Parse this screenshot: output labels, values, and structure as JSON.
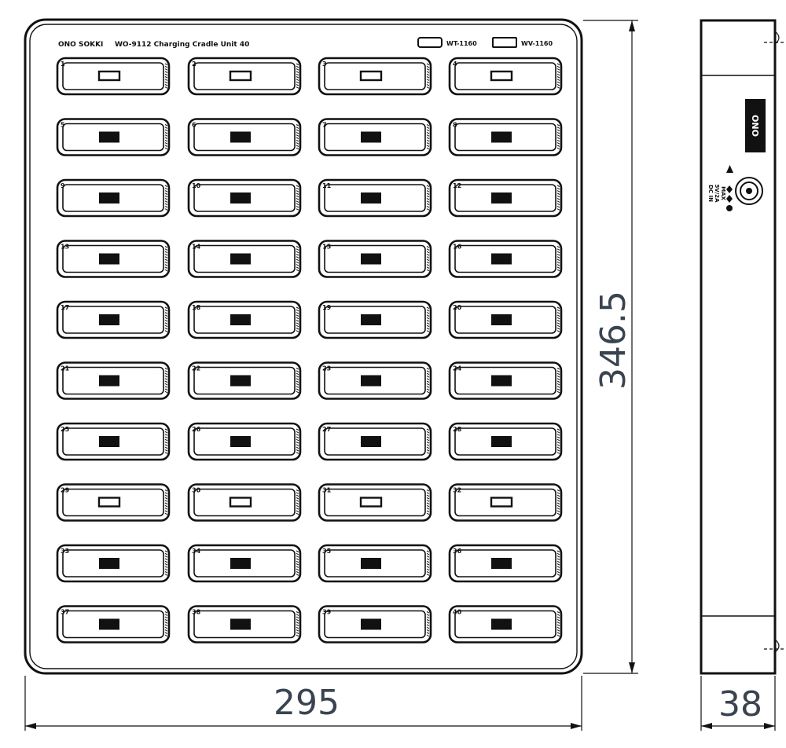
{
  "header": {
    "brand": "ONO SOKKI",
    "model_title": "WO-9112 Charging Cradle Unit 40",
    "legend": [
      "WT-1160",
      "WV-1160"
    ]
  },
  "slots": [
    "1",
    "2",
    "3",
    "4",
    "5",
    "6",
    "7",
    "8",
    "9",
    "10",
    "11",
    "12",
    "13",
    "14",
    "15",
    "16",
    "17",
    "18",
    "19",
    "20",
    "21",
    "22",
    "23",
    "24",
    "25",
    "26",
    "27",
    "28",
    "29",
    "30",
    "31",
    "32",
    "33",
    "34",
    "35",
    "36",
    "37",
    "38",
    "39",
    "40"
  ],
  "dimensions": {
    "width": "295",
    "height": "346.5",
    "depth": "38"
  },
  "side_panel": {
    "logo": "ONO",
    "labels": [
      "DC IN",
      "5V/2A",
      "MAX"
    ]
  }
}
